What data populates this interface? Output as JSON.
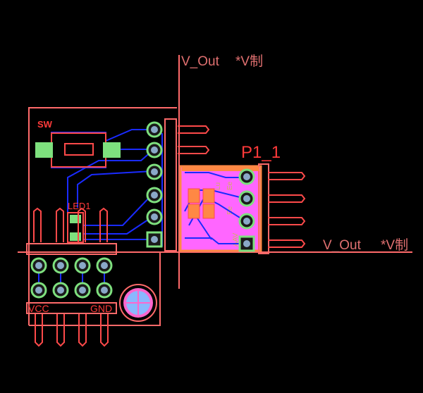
{
  "labels": {
    "vout_top": "V_Out",
    "vout_top_note": "*V制",
    "vout_right": "V_Out",
    "vout_right_note": "*V制",
    "connector": "P1_1",
    "switch": "SW",
    "led": "LED1",
    "vcc": "VCC",
    "gnd": "GND",
    "pin_a": "Lu",
    "pin_b": "Ee",
    "pin_c": "Eе",
    "pin_d": "AAV"
  },
  "colors": {
    "outline": "#ff5a5a",
    "trace": "#1a2bff",
    "pad": "#7ee07e",
    "magenta": "#ff66ff",
    "orange": "#ff8844",
    "label_red": "#ff3a3a"
  }
}
